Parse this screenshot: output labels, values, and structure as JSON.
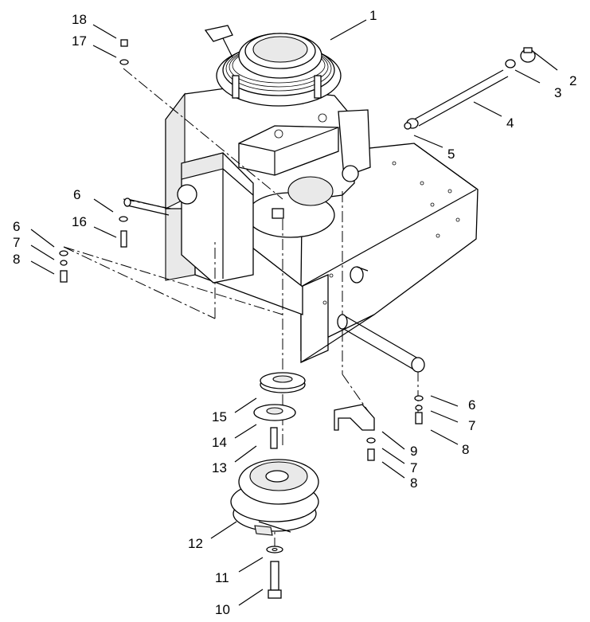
{
  "callouts": [
    {
      "id": "c1",
      "label": "1"
    },
    {
      "id": "c2",
      "label": "2"
    },
    {
      "id": "c3",
      "label": "3"
    },
    {
      "id": "c4",
      "label": "4"
    },
    {
      "id": "c5",
      "label": "5"
    },
    {
      "id": "c6a",
      "label": "6"
    },
    {
      "id": "c6b",
      "label": "6"
    },
    {
      "id": "c6c",
      "label": "6"
    },
    {
      "id": "c7a",
      "label": "7"
    },
    {
      "id": "c7b",
      "label": "7"
    },
    {
      "id": "c7c",
      "label": "7"
    },
    {
      "id": "c8a",
      "label": "8"
    },
    {
      "id": "c8b",
      "label": "8"
    },
    {
      "id": "c8c",
      "label": "8"
    },
    {
      "id": "c9",
      "label": "9"
    },
    {
      "id": "c10",
      "label": "10"
    },
    {
      "id": "c11",
      "label": "11"
    },
    {
      "id": "c12",
      "label": "12"
    },
    {
      "id": "c13",
      "label": "13"
    },
    {
      "id": "c14",
      "label": "14"
    },
    {
      "id": "c15",
      "label": "15"
    },
    {
      "id": "c16",
      "label": "16"
    },
    {
      "id": "c17",
      "label": "17"
    },
    {
      "id": "c18",
      "label": "18"
    }
  ]
}
